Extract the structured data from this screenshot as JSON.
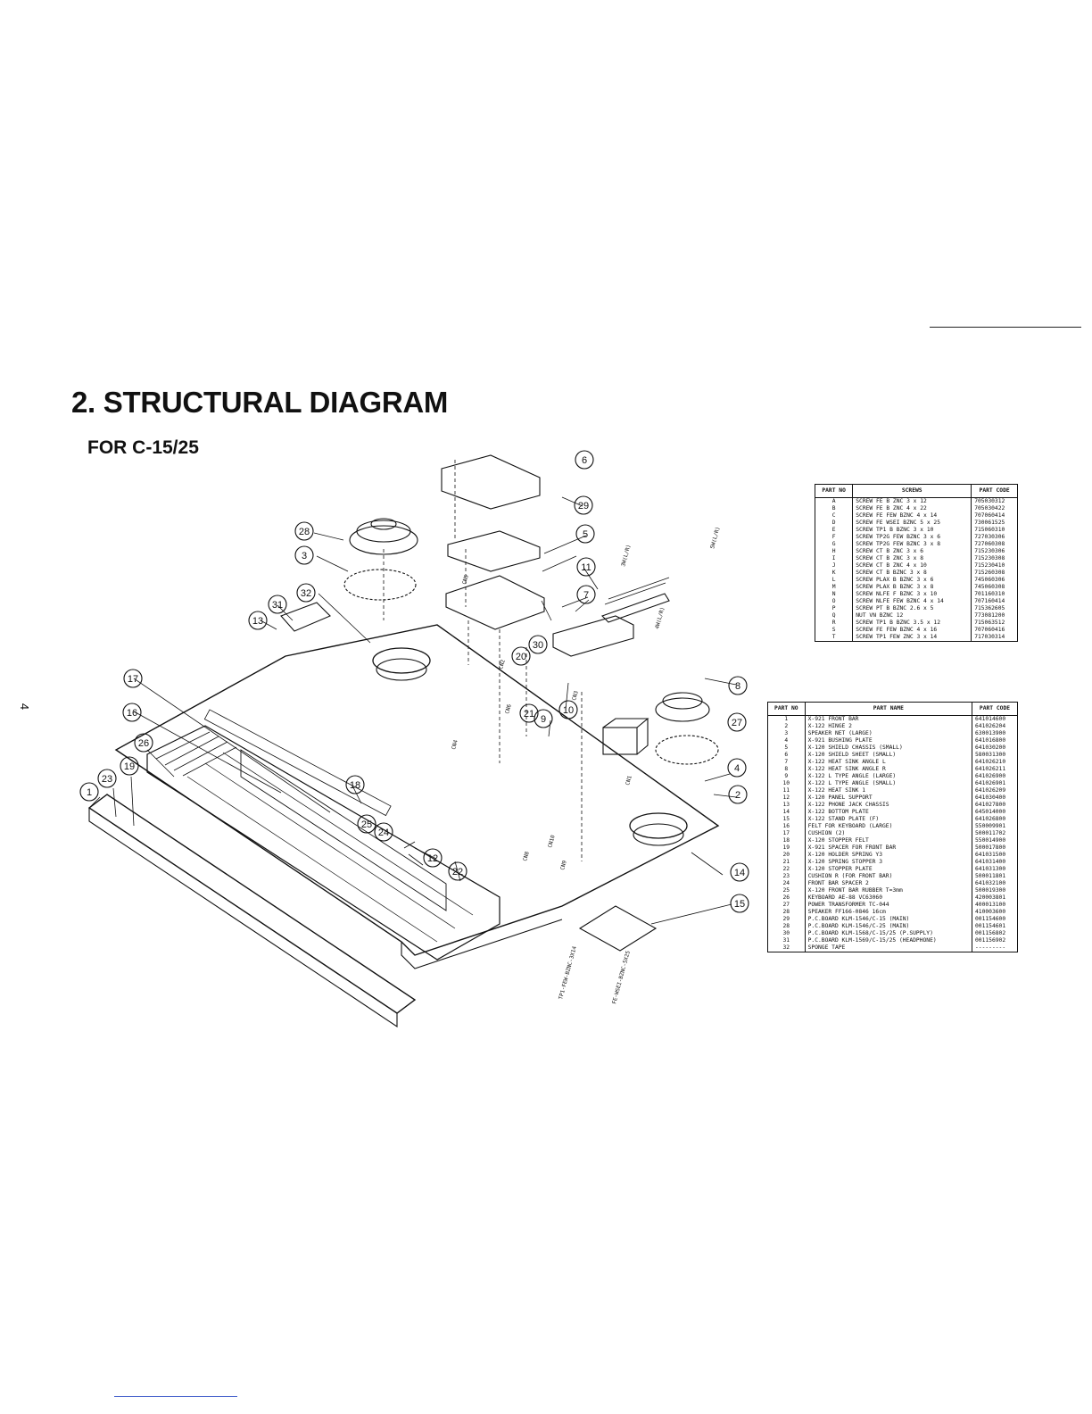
{
  "page": {
    "number": "4"
  },
  "header": {
    "title": "2. STRUCTURAL DIAGRAM",
    "subtitle": "FOR C-15/25"
  },
  "diagram": {
    "callouts": [
      "1",
      "2",
      "3",
      "4",
      "5",
      "6",
      "7",
      "8",
      "9",
      "10",
      "11",
      "12",
      "13",
      "14",
      "15",
      "16",
      "17",
      "18",
      "19",
      "20",
      "21",
      "22",
      "23",
      "24",
      "25",
      "26",
      "27",
      "28",
      "29",
      "30",
      "31",
      "32"
    ],
    "wire_labels": [
      "CN2",
      "CN5",
      "CN6",
      "CN3",
      "CN4",
      "CN1",
      "CN8",
      "CN10",
      "CN9",
      "TP1-FEW-BZNC-3X14",
      "FE-WSEI-BZNC-5X25",
      "3W(L/R)",
      "4W(L/R)",
      "5W(L/R)"
    ]
  },
  "screws_table": {
    "headers": [
      "PART NO",
      "SCREWS",
      "PART CODE"
    ],
    "rows": [
      [
        "A",
        "SCREW FE B ZNC 3 x 12",
        "705030312"
      ],
      [
        "B",
        "SCREW FE B ZNC 4 x 22",
        "705030422"
      ],
      [
        "C",
        "SCREW FE FEW BZNC 4 x 14",
        "707060414"
      ],
      [
        "D",
        "SCREW FE WSEI BZNC 5 x 25",
        "730061525"
      ],
      [
        "E",
        "SCREW TP1 B BZNC 3 x 10",
        "715060310"
      ],
      [
        "F",
        "SCREW TP2G FEW BZNC 3 x 6",
        "727030306"
      ],
      [
        "G",
        "SCREW TP2G FEW BZNC 3 x 8",
        "727060308"
      ],
      [
        "H",
        "SCREW CT B ZNC 3 x 6",
        "715230306"
      ],
      [
        "I",
        "SCREW CT B ZNC 3 x 8",
        "715230308"
      ],
      [
        "J",
        "SCREW CT B ZNC 4 x 10",
        "715230410"
      ],
      [
        "K",
        "SCREW CT B BZNC 3 x 8",
        "715260308"
      ],
      [
        "L",
        "SCREW PLAX B BZNC 3 x 6",
        "745060306"
      ],
      [
        "M",
        "SCREW PLAX B BZNC 3 x 8",
        "745060308"
      ],
      [
        "N",
        "SCREW NLFE F BZNC 3 x 10",
        "701160310"
      ],
      [
        "O",
        "SCREW NLFE FEW BZNC 4 x 14",
        "707160414"
      ],
      [
        "P",
        "SCREW PT B BZNC 2.6 x 5",
        "715362605"
      ],
      [
        "Q",
        "NUT VN BZNC 12",
        "773081200"
      ],
      [
        "R",
        "SCREW TP1 B BZNC 3.5 x 12",
        "715063512"
      ],
      [
        "S",
        "SCREW FE FEW BZNC 4 x 16",
        "707060416"
      ],
      [
        "T",
        "SCREW TP1 FEW ZNC 3 x 14",
        "717030314"
      ]
    ]
  },
  "parts_table": {
    "headers": [
      "PART NO",
      "PART NAME",
      "PART CODE"
    ],
    "rows": [
      [
        "1",
        "X-921 FRONT BAR",
        "641014600"
      ],
      [
        "2",
        "X-122 HINGE 2",
        "641026204"
      ],
      [
        "3",
        "SPEAKER NET (LARGE)",
        "630013900"
      ],
      [
        "4",
        "X-921 BUSHING PLATE",
        "641016800"
      ],
      [
        "5",
        "X-120 SHIELD CHASSIS (SMALL)",
        "641030200"
      ],
      [
        "6",
        "X-120 SHIELD SHEET (SMALL)",
        "580031300"
      ],
      [
        "7",
        "X-122 HEAT SINK ANGLE L",
        "641026210"
      ],
      [
        "8",
        "X-122 HEAT SINK ANGLE R",
        "641026211"
      ],
      [
        "9",
        "X-122 L TYPE ANGLE (LARGE)",
        "641026900"
      ],
      [
        "10",
        "X-122 L TYPE ANGLE (SMALL)",
        "641026901"
      ],
      [
        "11",
        "X-122 HEAT SINK 1",
        "641026209"
      ],
      [
        "12",
        "X-120 PANEL SUPPORT",
        "641030400"
      ],
      [
        "13",
        "X-122 PHONE JACK CHASSIS",
        "641027800"
      ],
      [
        "14",
        "X-122 BOTTOM PLATE",
        "645014000"
      ],
      [
        "15",
        "X-122 STAND PLATE (F)",
        "641026800"
      ],
      [
        "16",
        "FELT FOR KEYBOARD (LARGE)",
        "550009901"
      ],
      [
        "17",
        "CUSHION (2)",
        "500011702"
      ],
      [
        "18",
        "X-120 STOPPER FELT",
        "550014900"
      ],
      [
        "19",
        "X-921 SPACER FOR FRONT BAR",
        "500017800"
      ],
      [
        "20",
        "X-120 HOLDER SPRING Y3",
        "641031500"
      ],
      [
        "21",
        "X-120 SPRING STOPPER 3",
        "641031400"
      ],
      [
        "22",
        "X-120 STOPPER PLATE",
        "641031300"
      ],
      [
        "23",
        "CUSHION R (FOR FRONT BAR)",
        "500011801"
      ],
      [
        "24",
        "FRONT BAR SPACER 2",
        "641032100"
      ],
      [
        "25",
        "X-120 FRONT BAR RUBBER T=3mm",
        "500019300"
      ],
      [
        "26",
        "KEYBOARD AE-88 VC63060",
        "420003801"
      ],
      [
        "27",
        "POWER TRANSFORMER TC-044",
        "400013100"
      ],
      [
        "28",
        "SPEAKER FF166-0846 16cm",
        "410003600"
      ],
      [
        "29",
        "P.C.BOARD KLM-1546/C-15 (MAIN)",
        "001154600"
      ],
      [
        "28",
        "P.C.BOARD KLM-1546/C-25 (MAIN)",
        "001154601"
      ],
      [
        "30",
        "P.C.BOARD KLM-1568/C-15/25 (P.SUPPLY)",
        "001156802"
      ],
      [
        "31",
        "P.C.BOARD KLM-1569/C-15/25 (HEADPHONE)",
        "001156902"
      ],
      [
        "32",
        "SPONGE TAPE",
        "---------"
      ]
    ]
  }
}
